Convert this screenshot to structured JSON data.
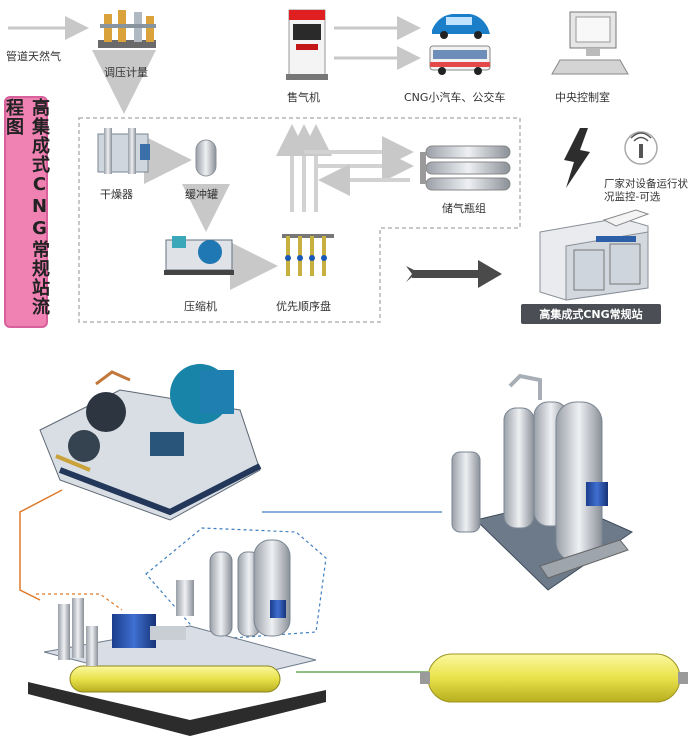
{
  "title": "高集成式CNG常规站流程图",
  "nodes": {
    "pipeline_gas": "管道天然气",
    "regulator": "调压计量",
    "dispenser": "售气机",
    "vehicles": "CNG小汽车、公交车",
    "control_room": "中央控制室",
    "dryer": "干燥器",
    "buffer_tank": "缓冲罐",
    "storage_group": "储气瓶组",
    "compressor": "压缩机",
    "priority_panel": "优先顺序盘",
    "remote_monitor": "厂家对设备运行状况监控-可选",
    "station_label": "高集成式CNG常规站"
  }
}
